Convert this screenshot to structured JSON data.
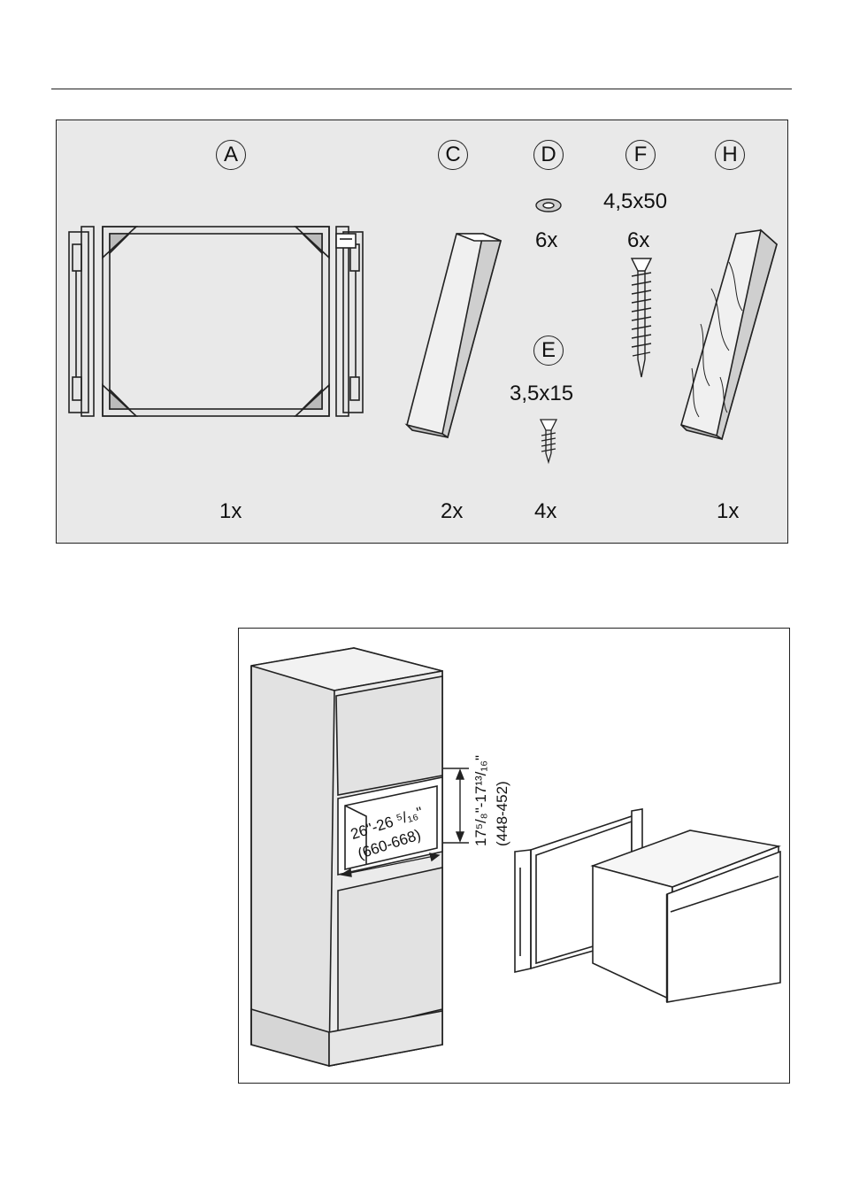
{
  "parts": [
    {
      "letter": "A",
      "count": "1x"
    },
    {
      "letter": "C",
      "count": "2x"
    },
    {
      "letter": "D",
      "size": "",
      "count_top": "6x"
    },
    {
      "letter": "E",
      "size": "3,5x15",
      "count": "4x"
    },
    {
      "letter": "F",
      "size": "4,5x50",
      "count_top": "6x"
    },
    {
      "letter": "H",
      "count": "1x"
    }
  ],
  "dimensions": {
    "height_in": "17⁵/₈\"-17¹³/₁₆\"",
    "height_mm": "(448-452)",
    "width_in": "26\"-26 ⁵/₁₆\"",
    "width_mm": "(660-668)"
  },
  "colors": {
    "panel_bg": "#e9e9e9",
    "line": "#222222",
    "cabinet": "#e2e2e2"
  },
  "icons": [
    "frame-icon",
    "panel-strip-icon",
    "washer-icon",
    "screw-icon",
    "wood-block-icon",
    "cabinet-icon",
    "appliance-icon"
  ]
}
